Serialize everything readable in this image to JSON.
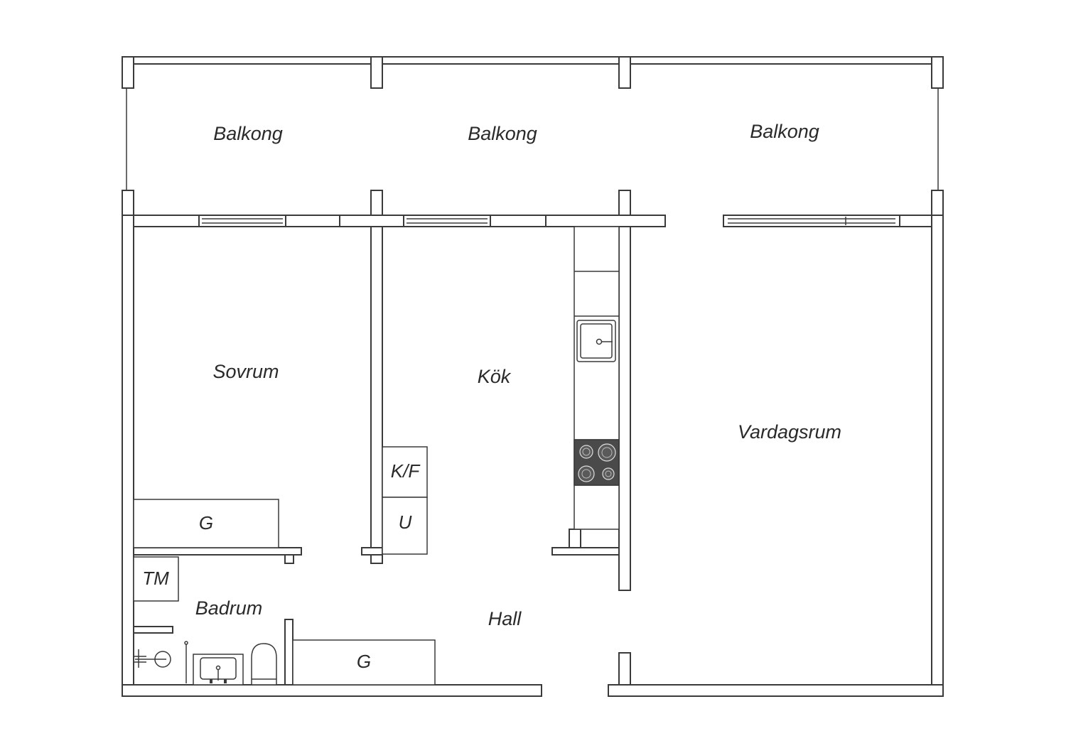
{
  "rooms": {
    "balcony_left": "Balkong",
    "balcony_middle": "Balkong",
    "balcony_right": "Balkong",
    "bedroom": "Sovrum",
    "kitchen": "Kök",
    "living_room": "Vardagsrum",
    "bathroom": "Badrum",
    "hall": "Hall"
  },
  "fixtures": {
    "bedroom_closet": "G",
    "hall_closet": "G",
    "fridge_freezer": "K/F",
    "oven": "U",
    "washing_machine": "TM"
  },
  "colors": {
    "wall_stroke": "#3a3a3a",
    "stove_fill": "#4a4a4a"
  },
  "icons": [
    "sink-icon",
    "stove-icon",
    "shower-icon",
    "washbasin-icon",
    "toilet-icon"
  ]
}
